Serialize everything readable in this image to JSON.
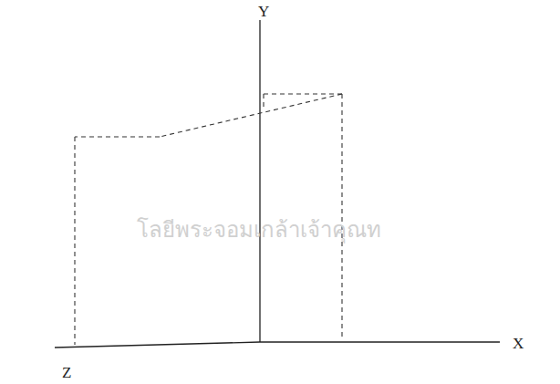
{
  "diagram": {
    "labels": [
      "Y",
      "X",
      "Z",
      "โลยีพระจอมเกล้าเจ้าคุณท"
    ]
  }
}
